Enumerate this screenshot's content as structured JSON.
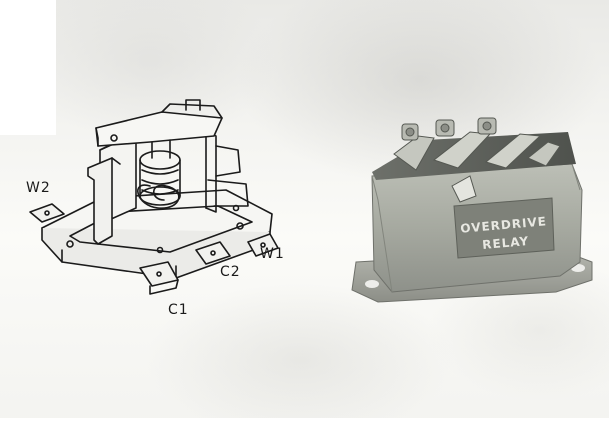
{
  "terminals": {
    "w2": "W2",
    "w1": "W1",
    "c2": "C2",
    "c1": "C1"
  },
  "relay_photo": {
    "label_line1": "OVERDRIVE",
    "label_line2": "RELAY"
  },
  "colors": {
    "ink": "#1b1b1b",
    "case": "#a7aaa1",
    "label_panel": "#7e8179",
    "label_text": "#e8e8e2"
  }
}
